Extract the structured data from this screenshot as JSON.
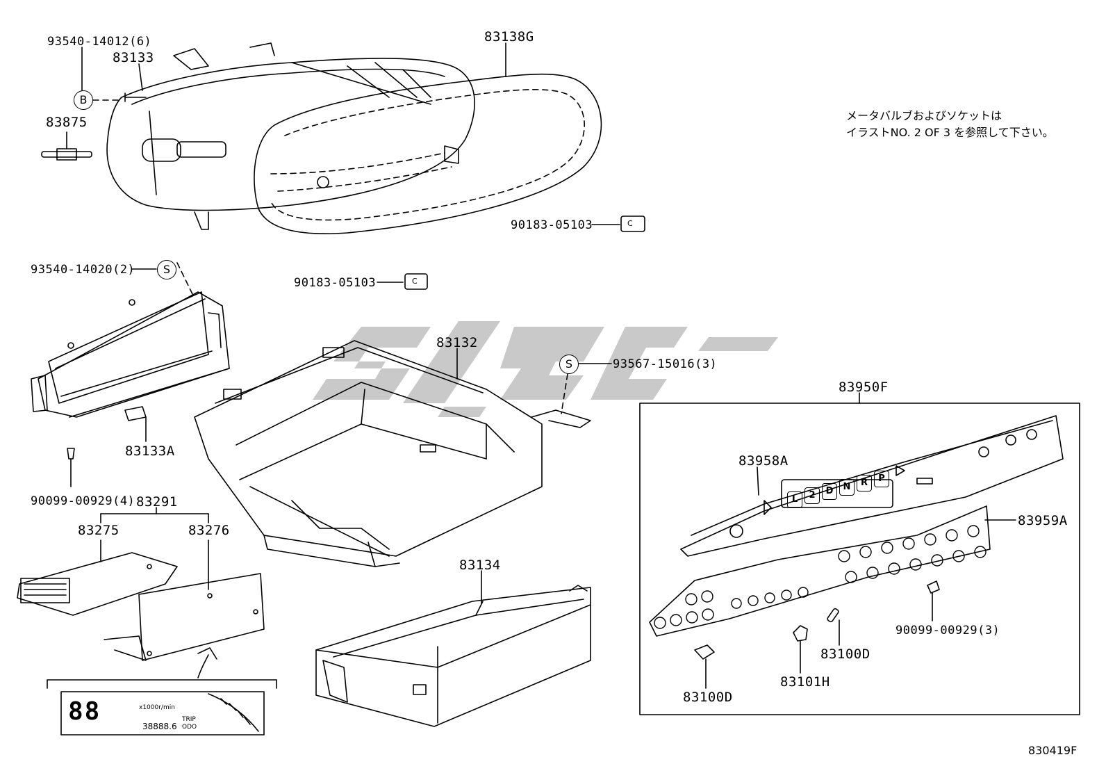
{
  "parts": {
    "bolt_93540_14012": "93540-14012(6)",
    "p83133": "83133",
    "p83138G": "83138G",
    "p83875": "83875",
    "clip_90183_a": "90183-05103",
    "clip_90183_b": "90183-05103",
    "screw_93540_14020": "93540-14020(2)",
    "p83132": "83132",
    "screw_93567_15016": "93567-15016(3)",
    "p83133A": "83133A",
    "p83950F": "83950F",
    "p83958A": "83958A",
    "p83959A": "83959A",
    "screw_90099_4": "90099-00929(4)",
    "p83291": "83291",
    "p83275": "83275",
    "p83276": "83276",
    "p83134": "83134",
    "screw_90099_3": "90099-00929(3)",
    "p83100D_a": "83100D",
    "p83101H": "83101H",
    "p83100D_b": "83100D"
  },
  "markers": {
    "b": "B",
    "s1": "S",
    "s2": "S",
    "c1": "C",
    "c2": "C"
  },
  "note": {
    "line1": "メータバルブおよびソケットは",
    "line2": "イラストNO. 2 OF 3 を参照して下さい。"
  },
  "gear_indicators": [
    "L",
    "2",
    "D",
    "N",
    "R",
    "P"
  ],
  "display": {
    "digits": "88",
    "odo": "38888.6",
    "unit": "x1000r/min",
    "tiny_labels": [
      "TRIP",
      "ODO"
    ]
  },
  "figure_code": "830419F",
  "colors": {
    "line": "#000000",
    "watermark": "#c8c8c8",
    "background": "#ffffff"
  }
}
